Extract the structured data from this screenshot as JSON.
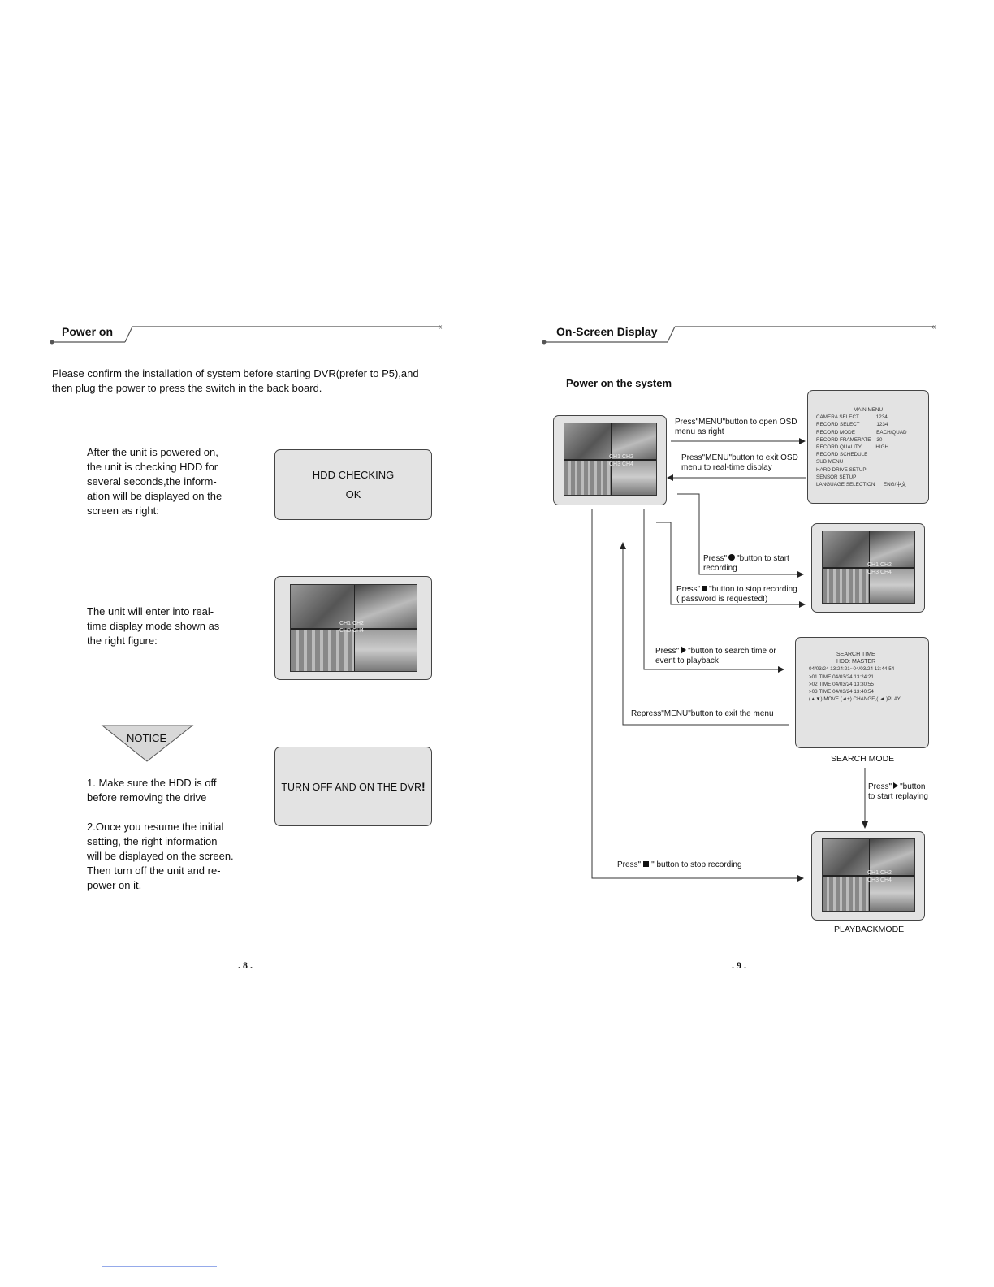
{
  "left_page": {
    "section_title": "Power on",
    "intro": [
      "Please confirm the installation of system before starting DVR(prefer to P5),and",
      "then plug the power to press the switch in the back board."
    ],
    "step1_text": [
      "After the unit is powered on,",
      "the unit is checking HDD for",
      "several seconds,the inform-",
      "ation will be displayed on the",
      "screen as right:"
    ],
    "hdd_box": {
      "line1": "HDD CHECKING",
      "line2": "OK"
    },
    "step2_text": [
      "The unit will enter into real-",
      "time display mode shown as",
      "the right figure:"
    ],
    "quad_labels": {
      "top": "CH1 CH2",
      "bottom": "CH3 CH4"
    },
    "notice_label": "NOTICE",
    "notice_items": [
      [
        "1. Make sure the HDD is off",
        "before removing the drive"
      ],
      [
        "2.Once you resume the initial",
        "setting, the right information",
        "will be displayed on the screen.",
        "Then turn off the unit and re-",
        "power on it."
      ]
    ],
    "turn_off_box": "TURN OFF AND ON THE DVR",
    "turn_off_mark": "!",
    "page_number": ". 8 ."
  },
  "right_page": {
    "section_title": "On-Screen Display",
    "subtitle": "Power on the system",
    "main_menu": {
      "title": "MAIN MENU",
      "rows": [
        "CAMERA SELECT            1234",
        "RECORD SELECT            1234",
        "RECORD MODE               EACH/QUAD",
        "RECORD FRAMERATE    30",
        "RECORD QUALITY          HIGH",
        "RECORD SCHEDULE",
        "SUB MENU",
        "HARD DRIVE SETUP",
        "SENSOR SETUP",
        "LANGUAGE SELECTION      ENG/中文"
      ]
    },
    "labels": {
      "open_osd": [
        "Press\"MENU\"button to open OSD",
        "menu as right"
      ],
      "exit_osd": [
        "Press\"MENU\"button to exit OSD",
        "menu to real-time display"
      ],
      "start_rec_a": "Press\"",
      "start_rec_b": "\"button to start",
      "start_rec_c": "recording",
      "stop_rec_a": "Press\"",
      "stop_rec_b": "\"button to stop recording",
      "stop_rec_c": "( password is requested!)",
      "search_a": "Press\"",
      "search_b": "\"button to  search time or",
      "search_c": "event to playback",
      "repress": "Repress\"MENU\"button to  exit the menu",
      "replay_a": "Press\"",
      "replay_b": "\"button",
      "replay_c": "to   start replaying",
      "stop_play_a": "Press\"",
      "stop_play_b": "\" button to  stop recording"
    },
    "search_menu": {
      "rows": [
        "SEARCH TIME",
        "HDD: MASTER",
        "04/03/24 13:24:21~04/03/24 13:44:54",
        ">01 TIME 04/03/24 13:24:21",
        ">02 TIME 04/03/24 13:30:55",
        ">03 TIME 04/03/24 13:40:54",
        "(▲▼) MOVE (◄+) CHANGE,( ◄ )PLAY"
      ]
    },
    "search_mode_caption": "SEARCH MODE",
    "playback_caption": "PLAYBACKMODE",
    "quad_labels": {
      "top": "CH1 CH2",
      "bottom": "CH3 CH4"
    },
    "page_number": ". 9 ."
  },
  "colors": {
    "box_fill": "#e3e3e3",
    "line": "#444444"
  }
}
